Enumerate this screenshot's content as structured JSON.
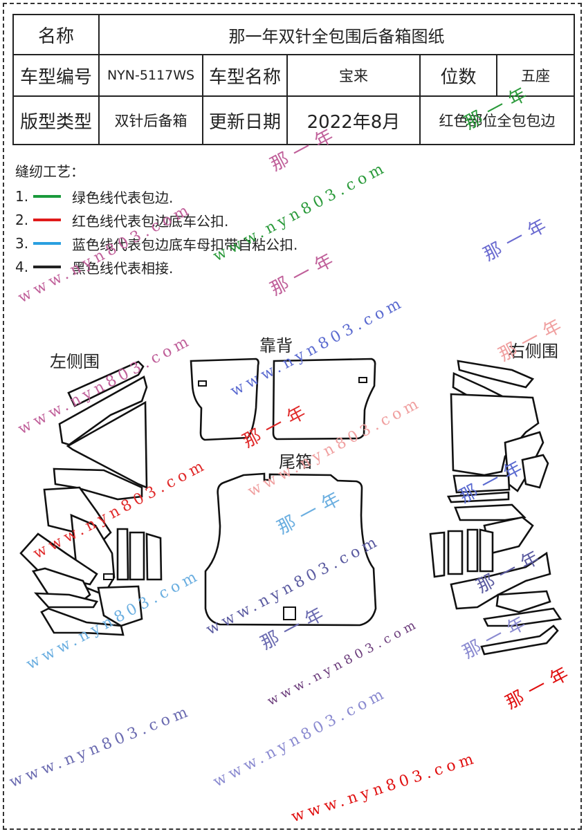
{
  "spec_table": {
    "name_label": "名称",
    "name_value": "那一年双针全包围后备箱图纸",
    "model_code_label": "车型编号",
    "model_code_value": "NYN-5117WS",
    "model_name_label": "车型名称",
    "model_name_value": "宝来",
    "seats_label": "位数",
    "seats_value": "五座",
    "type_label": "版型类型",
    "type_value": "双针后备箱",
    "date_label": "更新日期",
    "date_value": "2022年8月",
    "note_value": "红色部位全包包边"
  },
  "sewing": {
    "title": "缝纫工艺：",
    "items": [
      {
        "num": "1.",
        "color": "#1a9a3c",
        "text": "绿色线代表包边."
      },
      {
        "num": "2.",
        "color": "#e01a1a",
        "text": "红色线代表包边底车公扣."
      },
      {
        "num": "3.",
        "color": "#2aa0e0",
        "text": "蓝色线代表包边底车母扣带自粘公扣."
      },
      {
        "num": "4.",
        "color": "#222222",
        "text": "黑色线代表相接."
      }
    ]
  },
  "sections": {
    "left": "左侧围",
    "back": "靠背",
    "right": "右侧围",
    "trunk": "尾箱"
  },
  "watermark": {
    "url": "www.nyn803.com",
    "brand": "那一年"
  }
}
